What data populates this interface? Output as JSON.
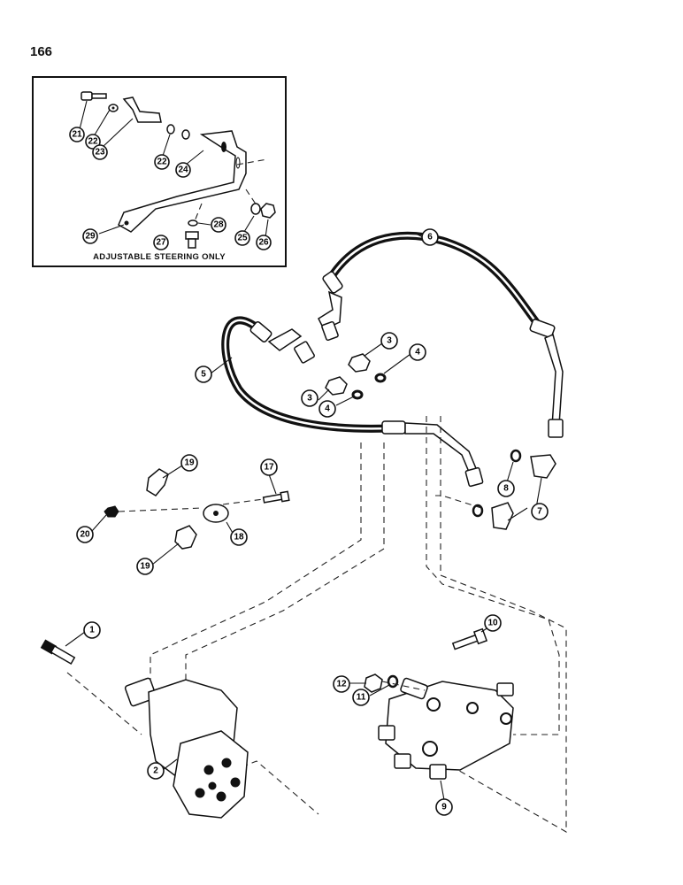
{
  "page": {
    "number": "166"
  },
  "inset": {
    "caption": "ADJUSTABLE STEERING ONLY"
  },
  "callouts": {
    "c21": "21",
    "c22a": "22",
    "c23": "23",
    "c22b": "22",
    "c24": "24",
    "c29": "29",
    "c28": "28",
    "c25": "25",
    "c26": "26",
    "c27": "27",
    "c6": "6",
    "c5": "5",
    "c3a": "3",
    "c3b": "3",
    "c4a": "4",
    "c4b": "4",
    "c8": "8",
    "c7": "7",
    "c19a": "19",
    "c17": "17",
    "c20": "20",
    "c18": "18",
    "c19b": "19",
    "c1": "1",
    "c10": "10",
    "c12": "12",
    "c11": "11",
    "c2": "2",
    "c9": "9"
  }
}
